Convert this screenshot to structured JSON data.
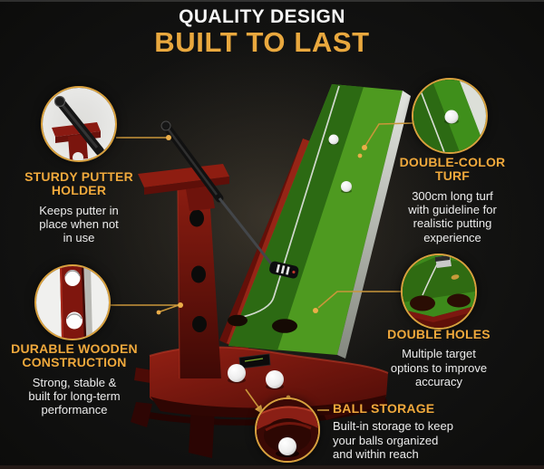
{
  "header": {
    "title_top": "QUALITY DESIGN",
    "title_main": "BUILT TO LAST"
  },
  "callouts": {
    "putter_holder": {
      "heading": "STURDY PUTTER\nHOLDER",
      "body": "Keeps putter in\nplace when not\nin use"
    },
    "wooden_construction": {
      "heading": "DURABLE WOODEN\nCONSTRUCTION",
      "body": "Strong, stable &\nbuilt for long-term\nperformance"
    },
    "turf": {
      "heading": "DOUBLE-COLOR TURF",
      "body": "300cm long turf\nwith guideline for\nrealistic putting\nexperience"
    },
    "holes": {
      "heading": "DOUBLE HOLES",
      "body": "Multiple target\noptions to improve\naccuracy"
    },
    "ball_storage": {
      "heading": "BALL STORAGE",
      "body": "Built-in storage to keep\nyour balls organized\nand within reach"
    }
  },
  "colors": {
    "title_gold": "#E9A83E",
    "label_gold": "#F0A93C",
    "connector_gold": "#C9963A",
    "body_text": "#EDEDED",
    "wood_red": "#7A150E",
    "turf_dark": "#2C6A13",
    "turf_bright": "#4E9A20",
    "background": "#0E0E0D"
  }
}
